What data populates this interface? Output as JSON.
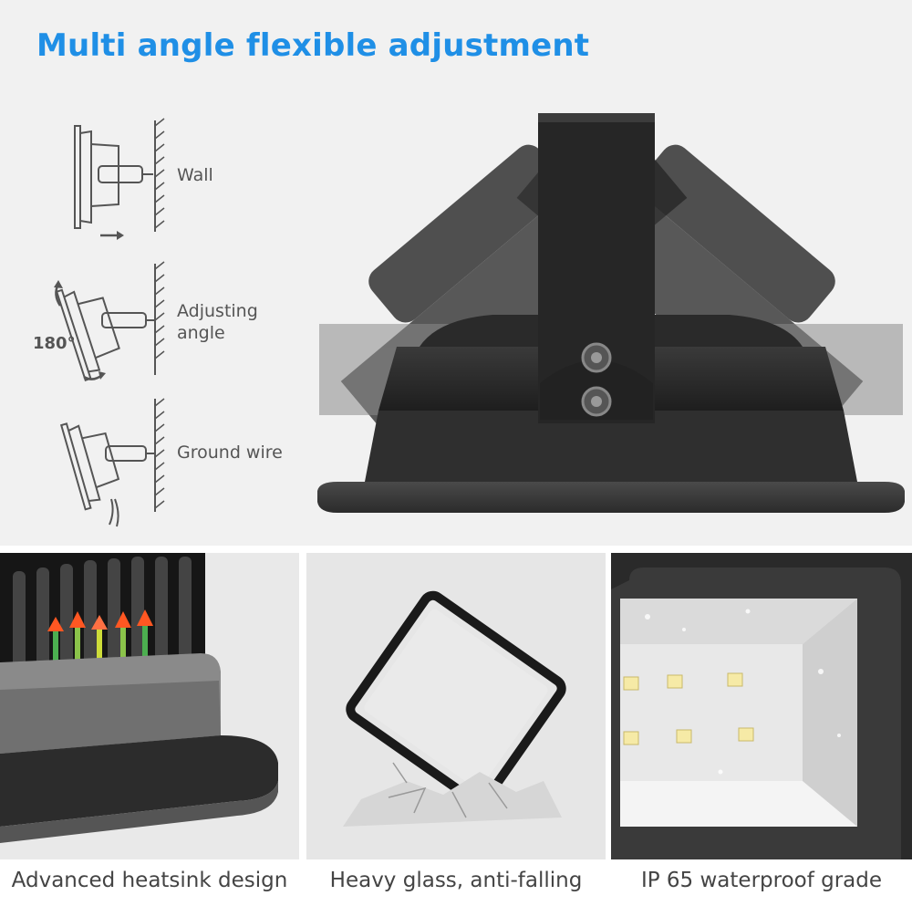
{
  "headline": "Multi angle flexible adjustment",
  "mount_modes": [
    {
      "label": "Wall",
      "icon": "wall-mount-icon"
    },
    {
      "label": "Adjusting\nangle",
      "icon": "adjusting-angle-icon"
    },
    {
      "label": "Ground wire",
      "icon": "ground-wire-icon"
    }
  ],
  "angle_text": "180°",
  "features": [
    {
      "caption": "Advanced heatsink design"
    },
    {
      "caption": "Heavy glass, anti-falling"
    },
    {
      "caption": "IP 65 waterproof grade"
    }
  ],
  "colors": {
    "headline": "#1f8fe6",
    "text": "#555555",
    "panel": "#f1f1f1"
  }
}
